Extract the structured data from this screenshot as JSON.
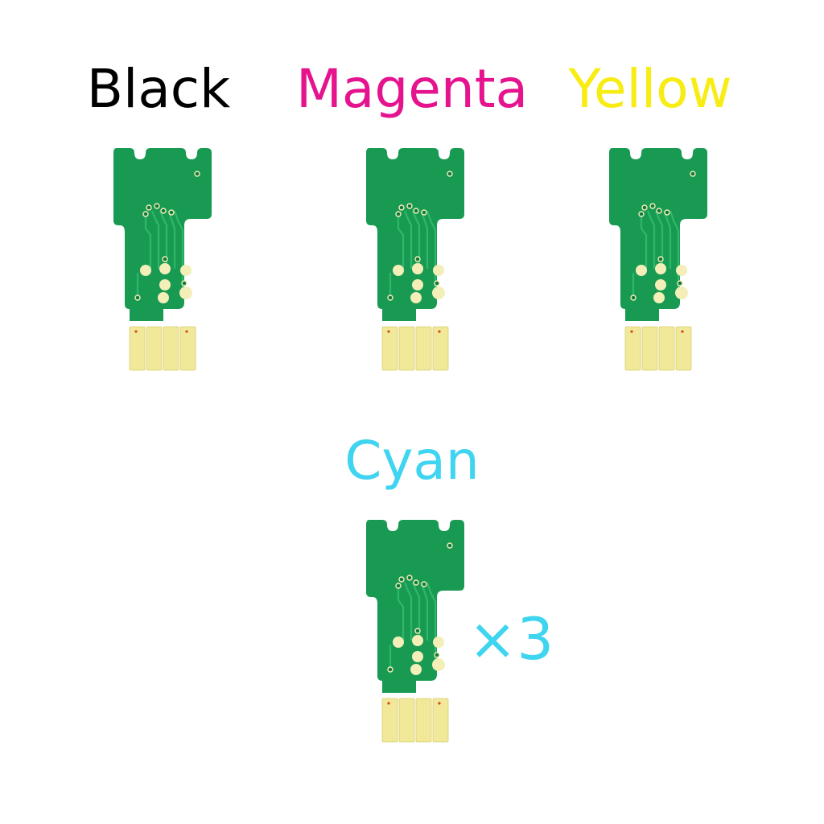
{
  "chips": [
    {
      "label": "Black",
      "color": "#000000"
    },
    {
      "label": "Magenta",
      "color": "#e5138e"
    },
    {
      "label": "Yellow",
      "color": "#f7ec13"
    },
    {
      "label": "Cyan",
      "color": "#3fd4f0"
    }
  ],
  "quantity": {
    "text": "×3",
    "color": "#3fd4f0"
  },
  "pcb": {
    "board_color": "#189a52",
    "pad_color": "#f4eeb8",
    "contact_color": "#f1e89a"
  }
}
